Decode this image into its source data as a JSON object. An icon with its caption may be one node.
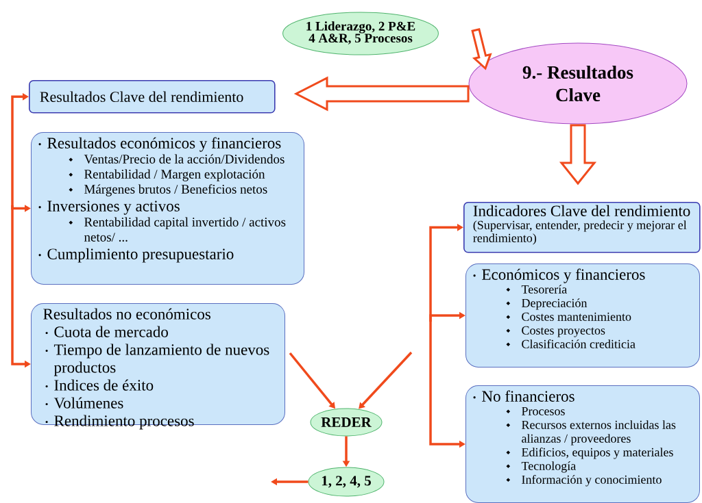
{
  "diagram": {
    "nodes": [
      {
        "text": [
          "1 Liderazgo, 2 P&E",
          "4 A&R, 5 Procesos"
        ]
      },
      {
        "text": [
          "9.- Resultados Clave"
        ]
      },
      {
        "text": [
          "Resultados Clave del rendimiento"
        ]
      },
      {
        "text": [
          "Resultados económicos y financieros",
          "Ventas/Precio de la acción/Dividendos",
          "Rentabilidad / Margen explotación",
          "Márgenes brutos / Beneficios netos",
          "Inversiones y activos",
          "Rentabilidad capital invertido / activos netos/ ...",
          "Cumplimiento presupuestario"
        ]
      },
      {
        "text": [
          "Resultados no económicos",
          "Cuota de mercado",
          "Tiempo de lanzamiento de nuevos productos",
          "Indices de éxito",
          "Volúmenes",
          "Rendimiento procesos"
        ]
      },
      {
        "text": [
          "REDER"
        ]
      },
      {
        "text": [
          "1, 2, 4, 5"
        ]
      },
      {
        "text": [
          "Indicadores Clave del rendimiento",
          "(Supervisar, entender, predecir y mejorar el rendimiento)"
        ]
      },
      {
        "text": [
          "Económicos y financieros",
          "Tesorería",
          "Depreciación",
          "Costes mantenimiento",
          "Costes proyectos",
          "Clasificación crediticia"
        ]
      },
      {
        "text": [
          "No financieros",
          "Procesos",
          "Recursos externos incluidas las alianzas / proveedores",
          "Edificios, equipos y materiales",
          "Tecnología",
          "Información y conocimiento"
        ]
      }
    ],
    "edges": [
      {
        "from": 0,
        "to": 1,
        "arrow": "to",
        "style": "thick"
      },
      {
        "from": 1,
        "to": 2,
        "arrow": "to",
        "style": "thick"
      },
      {
        "from": 1,
        "to": 7,
        "arrow": "to",
        "style": "thick"
      },
      {
        "from": null,
        "to": 2,
        "arrow": "to"
      },
      {
        "from": null,
        "to": 3,
        "arrow": "to"
      },
      {
        "from": null,
        "to": 4,
        "arrow": "to"
      },
      {
        "from": null,
        "to": 7,
        "arrow": "to"
      },
      {
        "from": null,
        "to": 8,
        "arrow": "to"
      },
      {
        "from": null,
        "to": 9,
        "arrow": "to"
      },
      {
        "from": 4,
        "to": 5,
        "arrow": "to"
      },
      {
        "from": null,
        "to": 5,
        "arrow": "to"
      },
      {
        "from": 5,
        "to": 6,
        "arrow": "to"
      },
      {
        "from": 6,
        "to": null,
        "arrow": "to"
      }
    ]
  }
}
